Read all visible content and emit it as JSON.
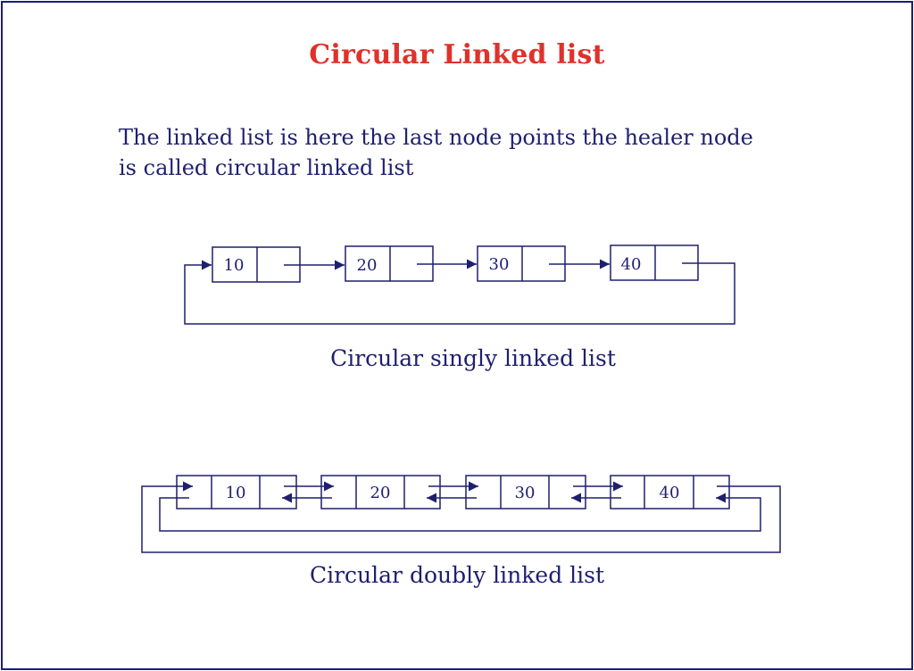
{
  "title": "Circular Linked list",
  "description": {
    "line1": "The linked list is here the last node points the healer node",
    "line2": "is called circular linked list"
  },
  "singly": {
    "caption": "Circular singly linked list",
    "nodes": [
      "10",
      "20",
      "30",
      "40"
    ]
  },
  "doubly": {
    "caption": "Circular doubly linked list",
    "nodes": [
      "10",
      "20",
      "30",
      "40"
    ]
  },
  "colors": {
    "ink": "#1e1f6e",
    "title": "#e0312b"
  }
}
